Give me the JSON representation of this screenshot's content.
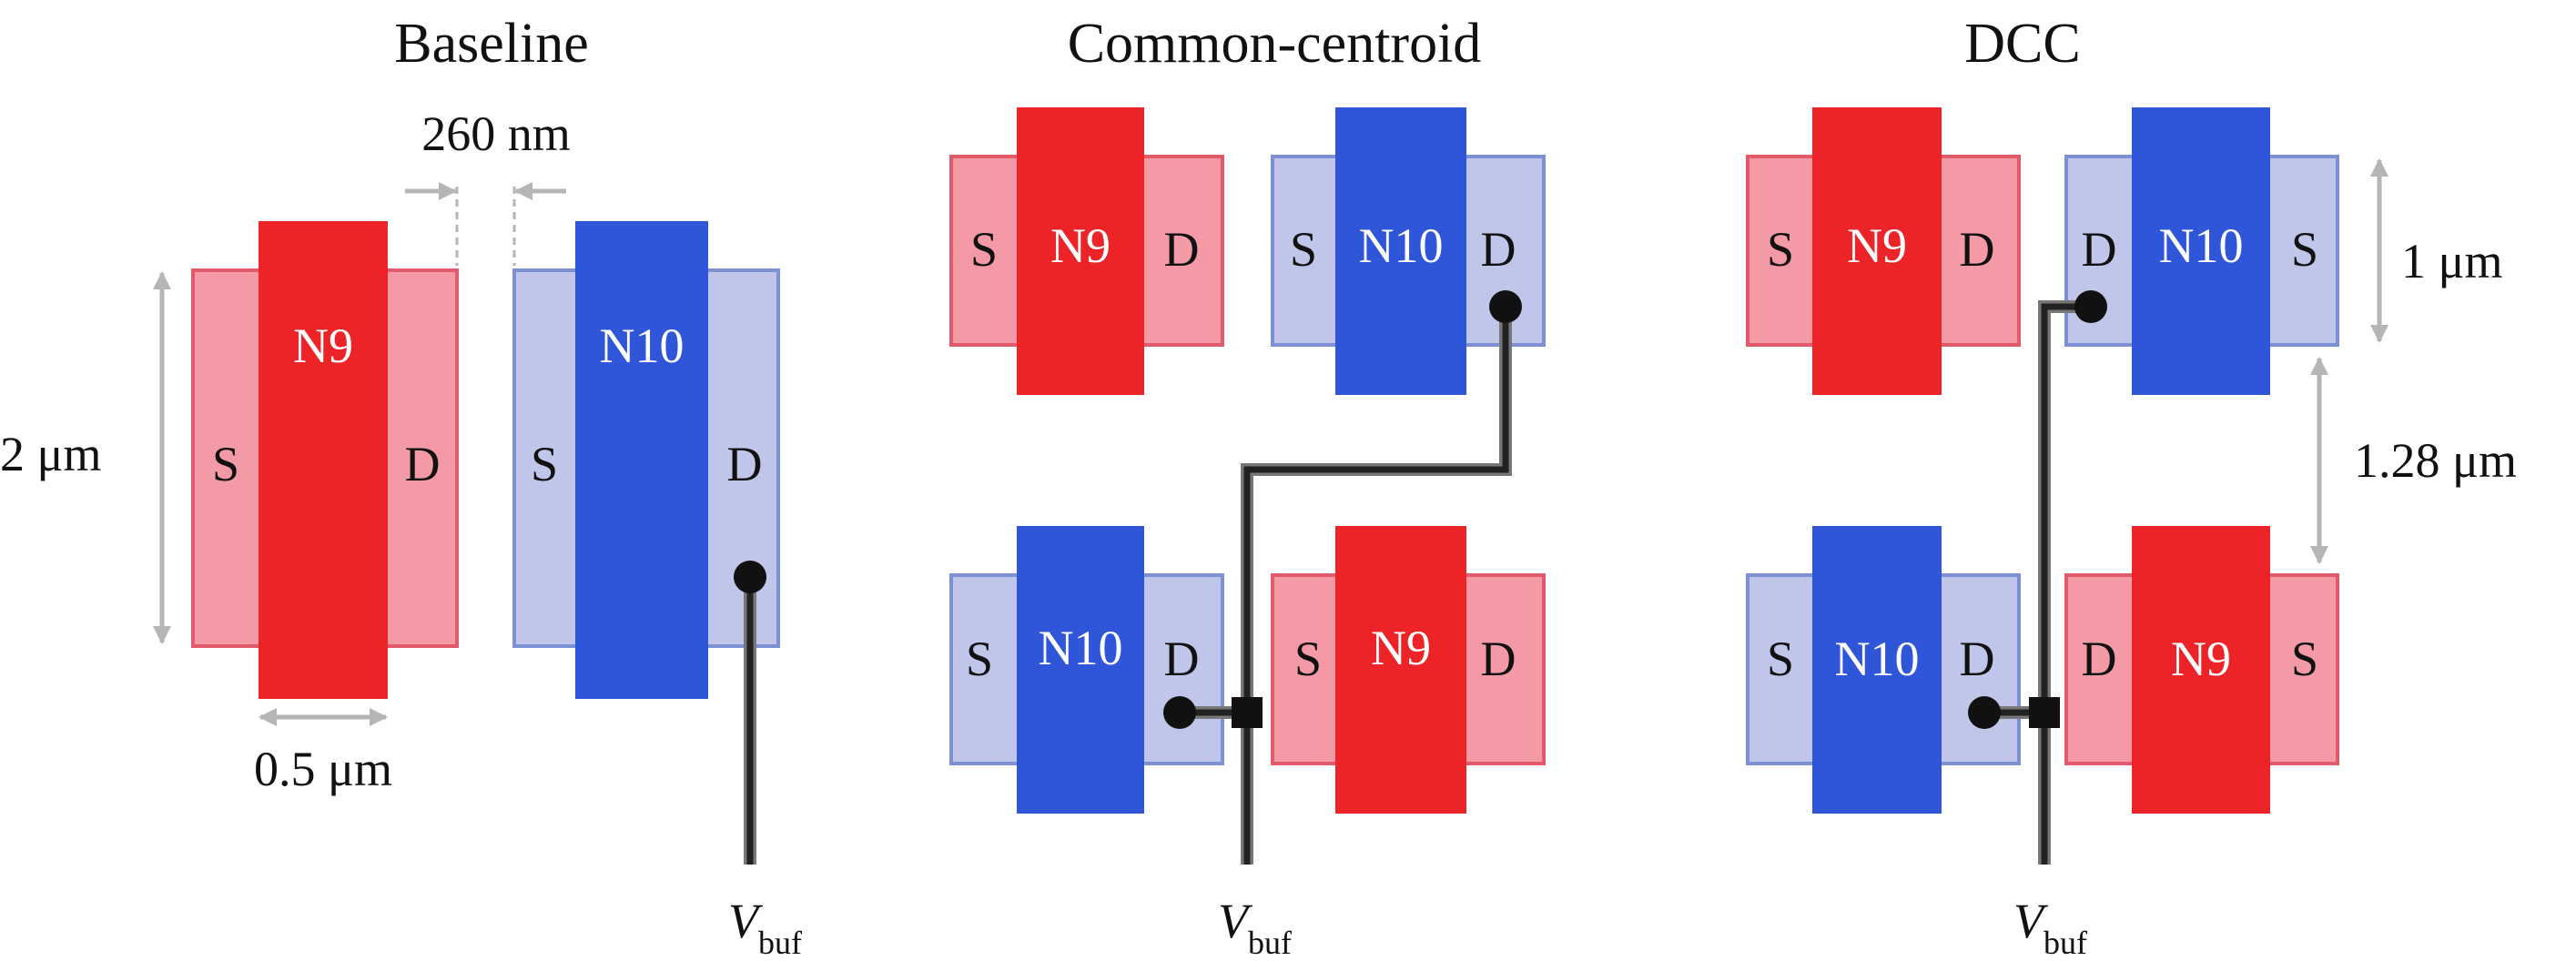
{
  "colors": {
    "n9_gate": "#ec2428",
    "n9_diffusion": "#f39aa6",
    "n9_diffusion_stroke": "#e05a6a",
    "n10_gate": "#2f56d8",
    "n10_diffusion": "#bfc6ea",
    "n10_diffusion_stroke": "#7d90d4",
    "wire": "#333333",
    "dimension_arrow": "#b5b5b5"
  },
  "panels": {
    "baseline": {
      "title": "Baseline",
      "n9": {
        "source": "S",
        "gate": "N9",
        "drain": "D"
      },
      "n10": {
        "source": "S",
        "gate": "N10",
        "drain": "D"
      },
      "dim_spacing": "260 nm",
      "dim_height": "2 μm",
      "dim_gate_length": "0.5 μm",
      "vbuf_main": "V",
      "vbuf_sub": "buf"
    },
    "common_centroid": {
      "title": "Common-centroid",
      "top_left": {
        "source": "S",
        "gate": "N9",
        "drain": "D"
      },
      "top_right": {
        "source": "S",
        "gate": "N10",
        "drain": "D"
      },
      "bottom_left": {
        "source": "S",
        "gate": "N10",
        "drain": "D"
      },
      "bottom_right": {
        "source": "S",
        "gate": "N9",
        "drain": "D"
      },
      "vbuf_main": "V",
      "vbuf_sub": "buf"
    },
    "dcc": {
      "title": "DCC",
      "top_left": {
        "left": "S",
        "gate": "N9",
        "right": "D"
      },
      "top_right": {
        "left": "D",
        "gate": "N10",
        "right": "S"
      },
      "bottom_left": {
        "left": "S",
        "gate": "N10",
        "right": "D"
      },
      "bottom_right": {
        "left": "D",
        "gate": "N9",
        "right": "S"
      },
      "dim_height": "1 μm",
      "dim_spacing": "1.28 μm",
      "vbuf_main": "V",
      "vbuf_sub": "buf"
    }
  }
}
